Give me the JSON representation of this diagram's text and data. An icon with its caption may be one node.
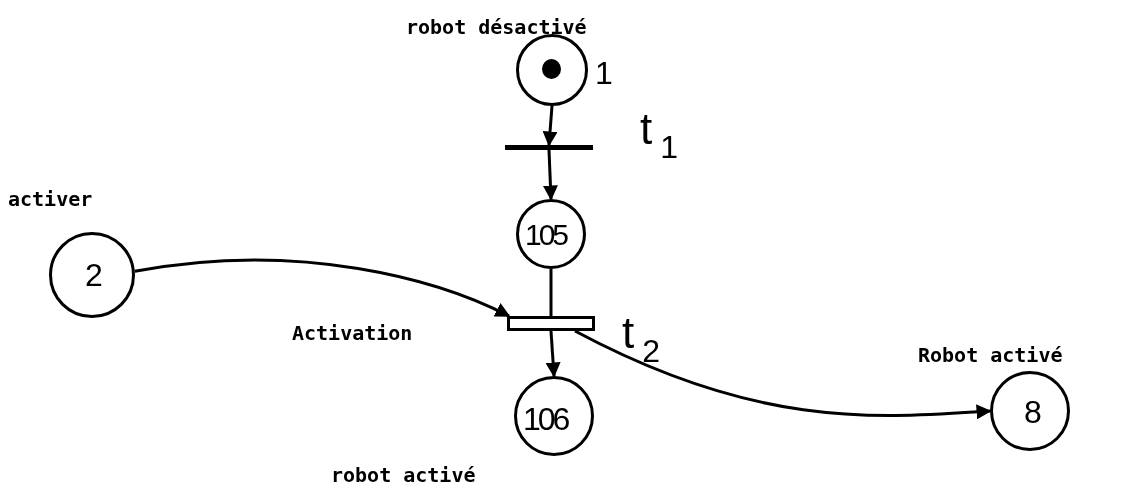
{
  "diagram": {
    "nodes": [
      {
        "text": [
          "robot désactivé"
        ],
        "beside": [
          "1"
        ]
      },
      {
        "text": [],
        "shape": "bar",
        "beside": [
          "t$_{1}$"
        ]
      },
      {
        "text": [
          "105"
        ]
      },
      {
        "text": [
          "activer",
          "2"
        ]
      },
      {
        "text": [
          "Activation"
        ],
        "beside": [
          "t$_{2}$"
        ]
      },
      {
        "text": [
          "106",
          "robot activé"
        ]
      },
      {
        "text": [
          "Robot activé",
          "8"
        ]
      }
    ],
    "edges": [
      {
        "from": 0,
        "to": 1,
        "arrow": "to"
      },
      {
        "from": 1,
        "to": 2,
        "arrow": "to"
      },
      {
        "from": 2,
        "to": 4,
        "arrow": "none"
      },
      {
        "from": 3,
        "to": 4,
        "arrow": "to"
      },
      {
        "from": 4,
        "to": 5,
        "arrow": "to"
      },
      {
        "from": 4,
        "to": 6,
        "arrow": "to"
      }
    ]
  }
}
